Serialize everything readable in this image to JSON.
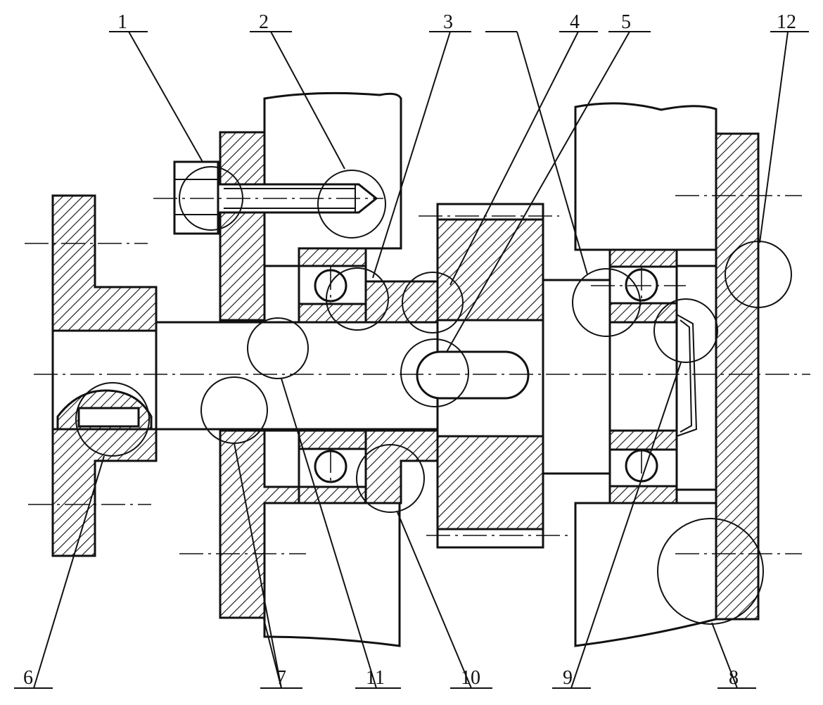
{
  "diagram": {
    "callouts": [
      {
        "id": "c1",
        "label": "1"
      },
      {
        "id": "c2",
        "label": "2"
      },
      {
        "id": "c3",
        "label": "3"
      },
      {
        "id": "c4",
        "label": "4"
      },
      {
        "id": "c5",
        "label": "5"
      },
      {
        "id": "c12",
        "label": "12"
      },
      {
        "id": "c6",
        "label": "6"
      },
      {
        "id": "c7",
        "label": "7"
      },
      {
        "id": "c11",
        "label": "11"
      },
      {
        "id": "c10",
        "label": "10"
      },
      {
        "id": "c9",
        "label": "9"
      },
      {
        "id": "c8",
        "label": "8"
      }
    ]
  }
}
